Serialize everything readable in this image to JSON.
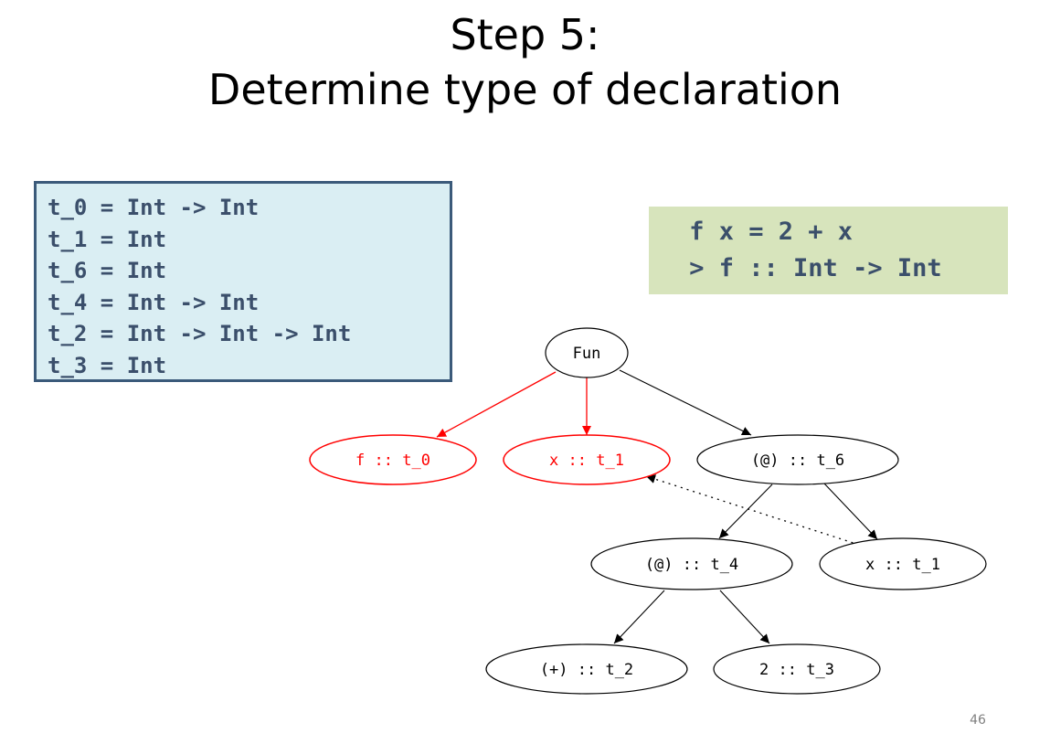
{
  "slide": {
    "title_line1": "Step 5:",
    "title_line2": "Determine type of declaration",
    "page_number": "46"
  },
  "equations": [
    "t_0 = Int -> Int",
    "t_1 = Int",
    "t_6 = Int",
    "t_4 = Int -> Int",
    "t_2 = Int -> Int -> Int",
    "t_3 = Int"
  ],
  "code": {
    "line1": " f x = 2 + x",
    "line2": " > f :: Int -> Int"
  },
  "tree": {
    "nodes": {
      "fun": "Fun",
      "f": "f :: t_0",
      "x_param": "x :: t_1",
      "app6": "(@) :: t_6",
      "app4": "(@) :: t_4",
      "x_arg": "x :: t_1",
      "plus": "(+) :: t_2",
      "two": "2 :: t_3"
    },
    "colors": {
      "highlight": "#ff0000",
      "normal": "#000000",
      "equation_box_fill": "#daeef3",
      "equation_box_border": "#3b5a7a",
      "code_box_fill": "#d7e4bc",
      "code_text": "#3b4f6b"
    }
  }
}
